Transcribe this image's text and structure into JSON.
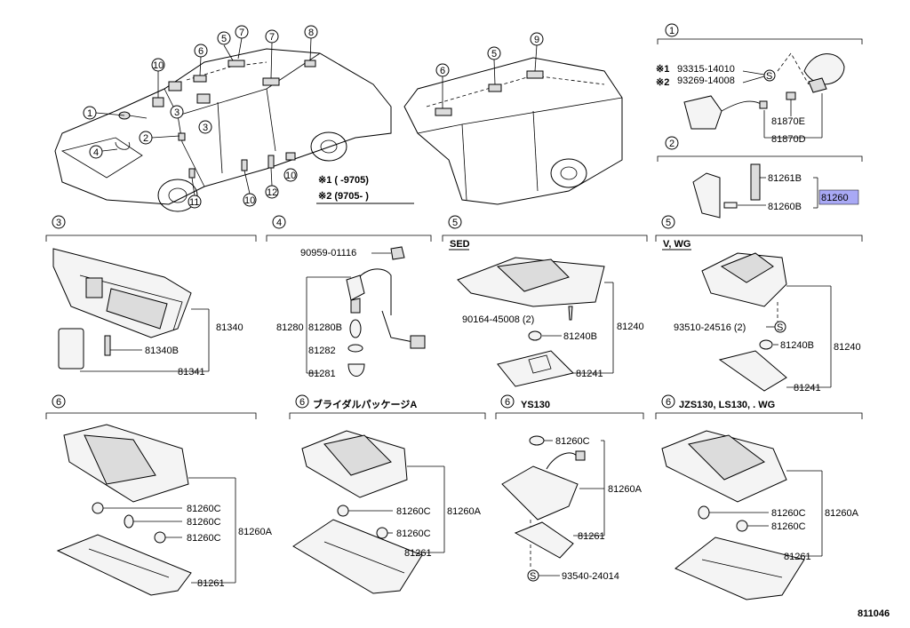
{
  "diagram_id": "811046",
  "variant_notes": {
    "n1": "※1 (     -9705)",
    "n2": "※2 (9705-       )"
  },
  "vehicle_callouts_sedan": [
    "1",
    "2",
    "3",
    "3",
    "4",
    "5",
    "6",
    "7",
    "7",
    "8",
    "10",
    "10",
    "11",
    "12",
    "10"
  ],
  "vehicle_callouts_wagon": [
    "5",
    "6",
    "9"
  ],
  "sections": {
    "s1": {
      "num": "1",
      "parts": [
        "93315-14010",
        "93269-14008",
        "81870E",
        "81870D"
      ],
      "marks": [
        "※1",
        "※2"
      ],
      "s": "S"
    },
    "s2": {
      "num": "2",
      "parts": [
        "81261B",
        "81260B",
        "81260"
      ]
    },
    "s3": {
      "num": "3",
      "parts": [
        "81340",
        "81340B",
        "81341"
      ]
    },
    "s4": {
      "num": "4",
      "parts": [
        "90959-01116",
        "81280",
        "81280B",
        "81282",
        "81281"
      ]
    },
    "s5a": {
      "num": "5",
      "label": "SED",
      "parts": [
        "90164-45008 (2)",
        "81240B",
        "81240",
        "81241"
      ]
    },
    "s5b": {
      "num": "5",
      "label": "V, WG",
      "parts": [
        "93510-24516 (2)",
        "81240B",
        "81240",
        "81241"
      ],
      "s": "S"
    },
    "s6a": {
      "num": "6",
      "parts": [
        "81260C",
        "81260C",
        "81260C",
        "81260A",
        "81261"
      ]
    },
    "s6b": {
      "num": "6",
      "label": "ブライダルパッケージA",
      "parts": [
        "81260C",
        "81260A",
        "81260C",
        "81261"
      ]
    },
    "s6c": {
      "num": "6",
      "label": "YS130",
      "parts": [
        "81260C",
        "81260A",
        "81261",
        "93540-24014"
      ],
      "s": "S"
    },
    "s6d": {
      "num": "6",
      "label": "JZS130, LS130, . WG",
      "parts": [
        "81260C",
        "81260A",
        "81260C",
        "81261"
      ]
    }
  }
}
